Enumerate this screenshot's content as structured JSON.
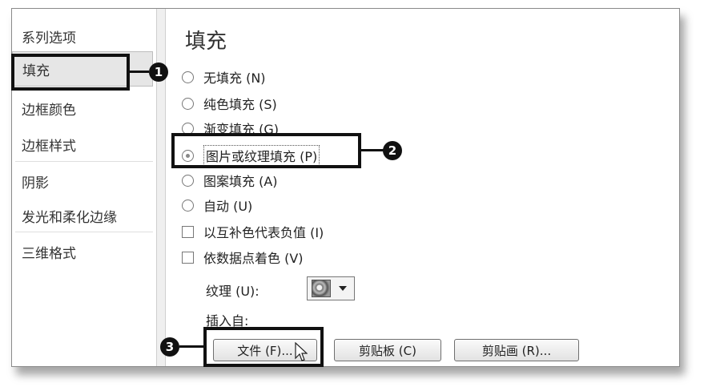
{
  "sidebar": {
    "items": [
      {
        "label": "系列选项"
      },
      {
        "label": "填充"
      },
      {
        "label": "边框颜色"
      },
      {
        "label": "边框样式"
      },
      {
        "label": "阴影"
      },
      {
        "label": "发光和柔化边缘"
      },
      {
        "label": "三维格式"
      }
    ],
    "selected": "填充"
  },
  "main": {
    "title": "填充",
    "fill_options": [
      {
        "label": "无填充 (N)",
        "checked": false
      },
      {
        "label": "纯色填充 (S)",
        "checked": false
      },
      {
        "label": "渐变填充 (G)",
        "checked": false
      },
      {
        "label": "图片或纹理填充 (P)",
        "checked": true
      },
      {
        "label": "图案填充 (A)",
        "checked": false
      },
      {
        "label": "自动 (U)",
        "checked": false
      }
    ],
    "checkboxes": [
      {
        "label": "以互补色代表负值 (I)",
        "checked": false
      },
      {
        "label": "依数据点着色 (V)",
        "checked": false
      }
    ],
    "texture_label": "纹理 (U):",
    "insert_from_label": "插入自:",
    "buttons": {
      "file": "文件 (F)...",
      "clipboard": "剪贴板 (C)",
      "clipart": "剪贴画 (R)..."
    }
  },
  "callouts": {
    "one": "1",
    "two": "2",
    "three": "3"
  }
}
